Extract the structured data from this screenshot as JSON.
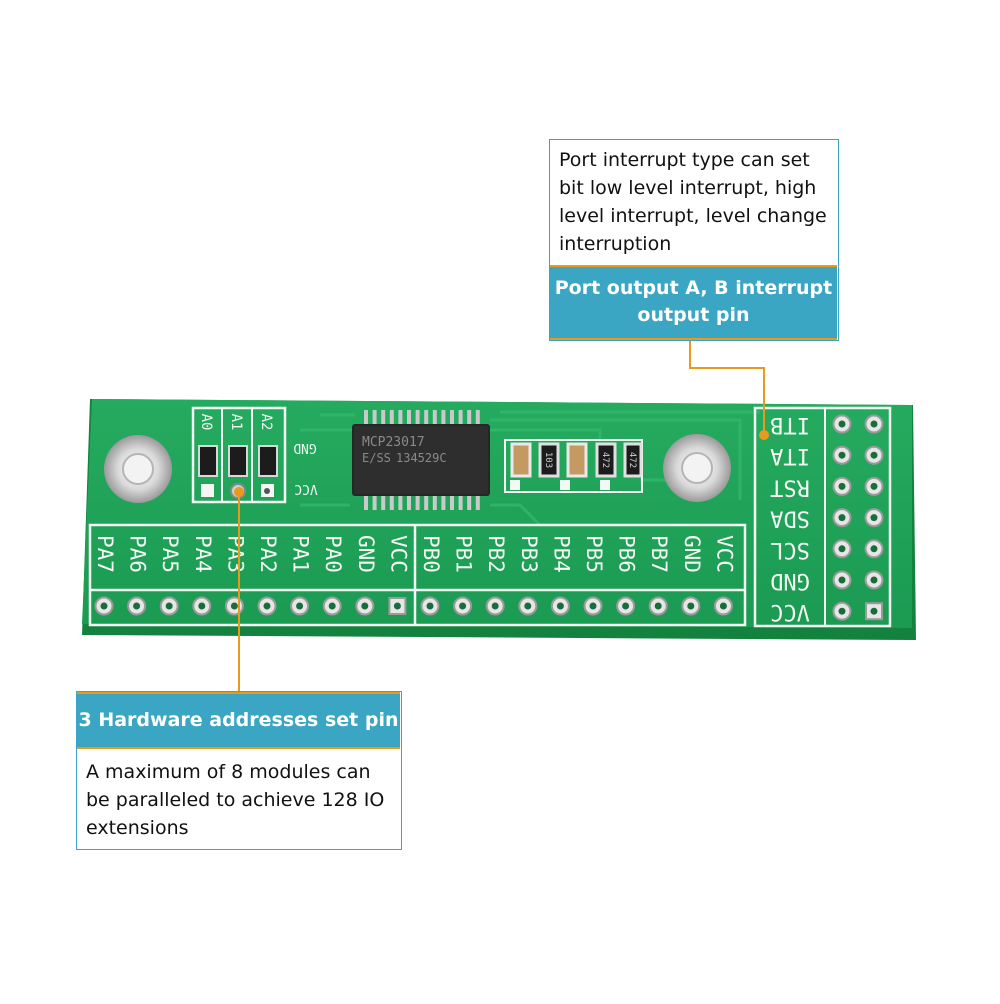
{
  "callouts": {
    "top": {
      "description": "Port interrupt type can set bit low level interrupt, high level interrupt, level change interruption",
      "title": "Port output A, B interrupt output pin"
    },
    "bottom": {
      "title": "3 Hardware addresses set pin",
      "description": "A maximum of 8 modules can be paralleled to achieve 128 IO extensions"
    }
  },
  "board": {
    "chip_marking": "MCP23017",
    "chip_code": "E/SS",
    "chip_lot": "134529C",
    "address_labels": [
      "A0",
      "A1",
      "A2"
    ],
    "address_side_labels": [
      "GND",
      "VCC"
    ],
    "left_header_labels": [
      "PA7",
      "PA6",
      "PA5",
      "PA4",
      "PA3",
      "PA2",
      "PA1",
      "PA0",
      "GND",
      "VCC"
    ],
    "right_header_labels": [
      "PB0",
      "PB1",
      "PB2",
      "PB3",
      "PB4",
      "PB5",
      "PB6",
      "PB7",
      "GND",
      "VCC"
    ],
    "side_header_labels": [
      "ITB",
      "ITA",
      "RST",
      "SDA",
      "SCL",
      "GND",
      "VCC"
    ],
    "resistor_labels": [
      "103",
      "472",
      "472"
    ]
  },
  "colors": {
    "pcb": "#1ea158",
    "silkscreen": "#f4f8f4",
    "accent": "#3ba6c4",
    "leader": "#e89a1c"
  }
}
